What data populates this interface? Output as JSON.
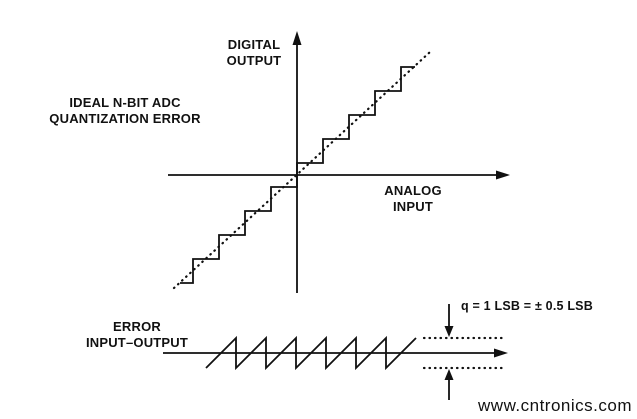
{
  "top_chart": {
    "y_axis_label_line1": "DIGITAL",
    "y_axis_label_line2": "OUTPUT",
    "title_line1": "IDEAL N-BIT ADC",
    "title_line2": "QUANTIZATION ERROR",
    "x_axis_label_line1": "ANALOG",
    "x_axis_label_line2": "INPUT"
  },
  "bottom_chart": {
    "label_line1": "ERROR",
    "label_line2": "INPUT–OUTPUT",
    "annotation": "q = 1 LSB = ± 0.5 LSB"
  },
  "watermark": {
    "text": "www.cntronics.com",
    "color": "#8dc63f"
  },
  "colors": {
    "ink": "#111111",
    "background": "#ffffff"
  }
}
